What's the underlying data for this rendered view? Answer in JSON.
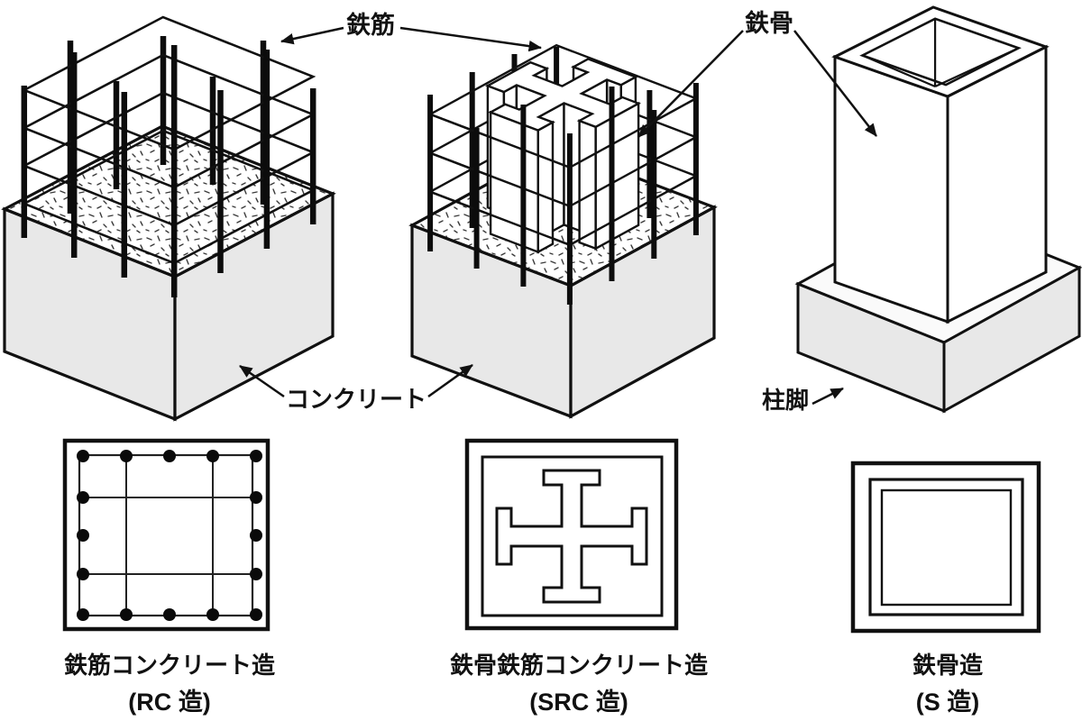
{
  "diagram": {
    "annotations": {
      "rebar": "鉄筋",
      "steel_frame": "鉄骨",
      "concrete": "コンクリート",
      "column_base": "柱脚"
    },
    "columns": [
      {
        "id": "rc",
        "caption": "鉄筋コンクリート造",
        "abbr": "(RC 造)"
      },
      {
        "id": "src",
        "caption": "鉄骨鉄筋コンクリート造",
        "abbr": "(SRC 造)"
      },
      {
        "id": "s",
        "caption": "鉄骨造",
        "abbr": "(S 造)"
      }
    ],
    "colors": {
      "background": "#ffffff",
      "concrete": "#e8e8e8",
      "line": "#111111"
    }
  }
}
